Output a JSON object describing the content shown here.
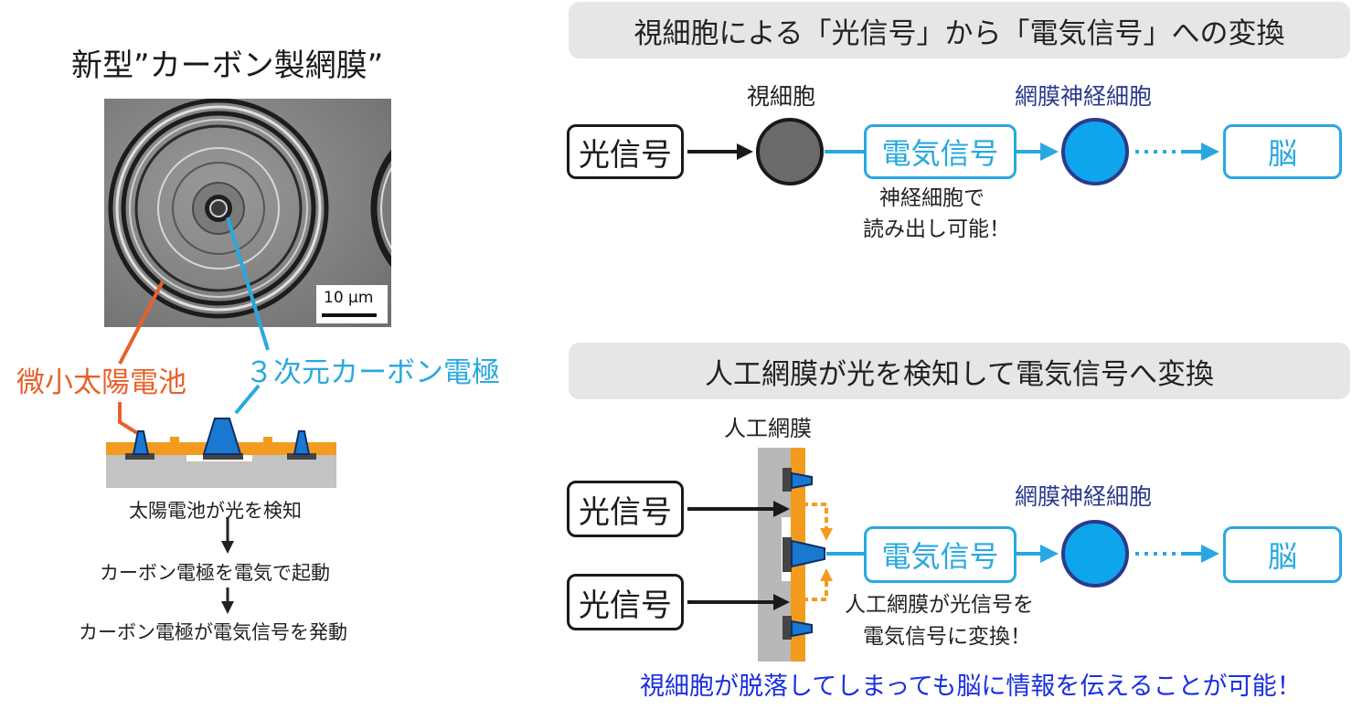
{
  "left": {
    "title": "新型”カーボン製網膜”",
    "scale_bar": "10 μm",
    "label_solar": "微小太陽電池",
    "label_electrode": "３次元カーボン電極",
    "steps": [
      "太陽電池が光を検知",
      "カーボン電極を電気で起動",
      "カーボン電極が電気信号を発動"
    ]
  },
  "top": {
    "banner": "視細胞による「光信号」から「電気信号」への変換",
    "photoreceptor_label": "視細胞",
    "neuron_label": "網膜神経細胞",
    "light_signal": "光信号",
    "electric_signal": "電気信号",
    "brain": "脳",
    "note_line1": "神経細胞で",
    "note_line2": "読み出し可能！"
  },
  "bottom": {
    "banner": "人工網膜が光を検知して電気信号へ変換",
    "retina_label": "人工網膜",
    "light_signal_1": "光信号",
    "light_signal_2": "光信号",
    "electric_signal": "電気信号",
    "neuron_label": "網膜神経細胞",
    "brain": "脳",
    "note_line1": "人工網膜が光信号を",
    "note_line2": "電気信号に変換！",
    "conclusion": "視細胞が脱落してしまっても脳に情報を伝えることが可能！"
  },
  "colors": {
    "orange": "#e8602c",
    "cyan": "#29a8e0",
    "navy": "#2b3a8c",
    "conclusion_blue": "#1a2fe0",
    "banner_gray": "#e6e6e6",
    "solar_orange": "#f39b1f"
  }
}
